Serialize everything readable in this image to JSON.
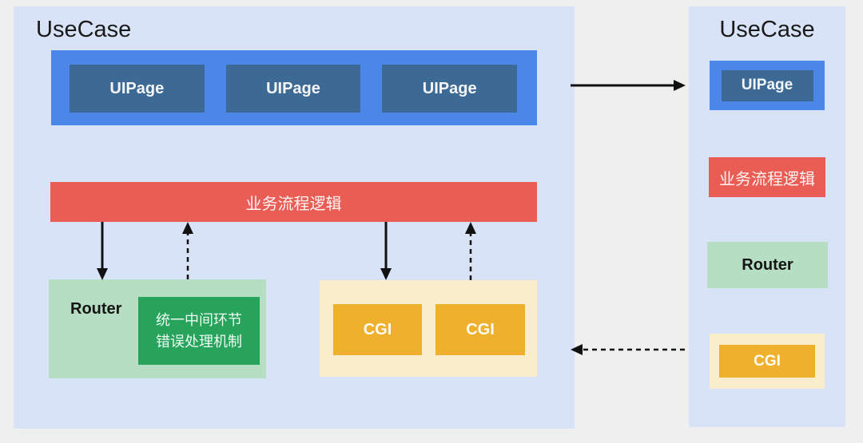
{
  "left_panel": {
    "title": "UseCase",
    "uipages": [
      "UIPage",
      "UIPage",
      "UIPage"
    ],
    "business_logic_label": "业务流程逻辑",
    "router_label": "Router",
    "error_handler_line1": "统一中间环节",
    "error_handler_line2": "错误处理机制",
    "cgi_labels": [
      "CGI",
      "CGI"
    ]
  },
  "right_panel": {
    "title": "UseCase",
    "uipage_label": "UIPage",
    "business_logic_label": "业务流程逻辑",
    "router_label": "Router",
    "cgi_label": "CGI"
  },
  "connections": [
    {
      "from": "business-logic",
      "to": "router-group",
      "style": "solid",
      "direction": "down"
    },
    {
      "from": "router-group",
      "to": "business-logic",
      "style": "dashed",
      "direction": "up"
    },
    {
      "from": "business-logic",
      "to": "cgi-group",
      "style": "solid",
      "direction": "down"
    },
    {
      "from": "cgi-group",
      "to": "business-logic",
      "style": "dashed",
      "direction": "up"
    },
    {
      "from": "left-usecase",
      "to": "right-usecase",
      "style": "solid",
      "direction": "right"
    },
    {
      "from": "right-usecase",
      "to": "left-usecase",
      "style": "dashed",
      "direction": "left"
    }
  ],
  "colors": {
    "page_background": "#efefef",
    "panel_background": "#d8e3f8",
    "uipage_bar_blue": "#4a87e9",
    "uipage_box_blue": "#3d6a94",
    "business_logic_red": "#e95d55",
    "router_green_light": "#b6dec3",
    "error_box_green_dark": "#27a35b",
    "cgi_group_cream": "#f9edcc",
    "cgi_orange": "#eeb02d",
    "arrow_black": "#111111"
  }
}
